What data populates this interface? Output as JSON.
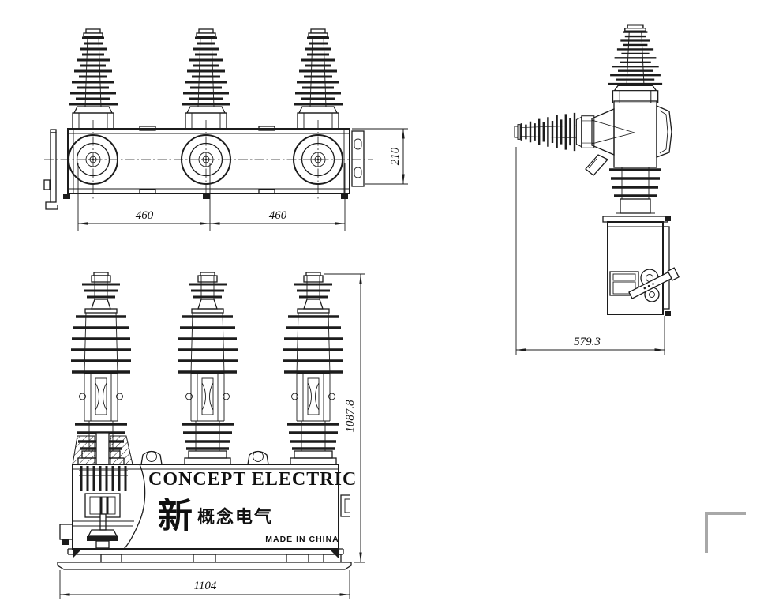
{
  "brand": {
    "name": "CONCEPT ELECTRIC",
    "logo_mark": "新",
    "logo_text": "概念电气",
    "origin": "MADE IN CHINA"
  },
  "dimensions": {
    "top_view": {
      "pole_pitch_left_mm": "460",
      "pole_pitch_right_mm": "460",
      "frame_depth_mm": "210"
    },
    "front_view": {
      "overall_width_mm": "1104",
      "overall_height_mm": "1087.8"
    },
    "side_view": {
      "overall_depth_mm": "579.3"
    }
  },
  "colors": {
    "line": "#1c1c1c",
    "background": "#ffffff",
    "corner_mark": "#a8a8a8"
  }
}
